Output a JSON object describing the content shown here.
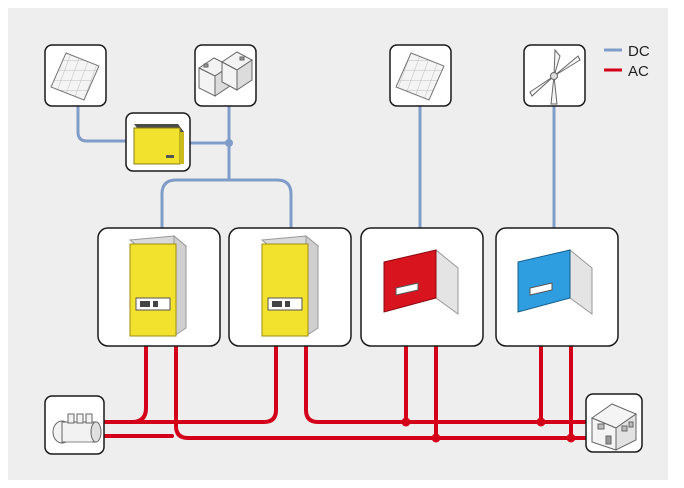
{
  "legend": {
    "dc": {
      "label": "DC",
      "color": "#7f9dc8"
    },
    "ac": {
      "label": "AC",
      "color": "#d4001a"
    }
  },
  "colors": {
    "background": "#eeeeee",
    "box_border": "#1a1a1a",
    "inverter_yellow": "#f2e22e",
    "inverter_red": "#d8141f",
    "inverter_blue": "#2f9ee0"
  },
  "sources": [
    {
      "name": "solar-panel-icon"
    },
    {
      "name": "battery-icon"
    },
    {
      "name": "solar-panel-icon"
    },
    {
      "name": "wind-turbine-icon"
    }
  ],
  "charge_controller": {
    "name": "charge-controller-icon"
  },
  "inverters": [
    {
      "name": "yellow-inverter-icon",
      "color": "yellow"
    },
    {
      "name": "yellow-inverter-icon",
      "color": "yellow"
    },
    {
      "name": "red-inverter-icon",
      "color": "red"
    },
    {
      "name": "blue-inverter-icon",
      "color": "blue"
    }
  ],
  "loads": [
    {
      "name": "generator-icon"
    },
    {
      "name": "house-icon"
    }
  ]
}
